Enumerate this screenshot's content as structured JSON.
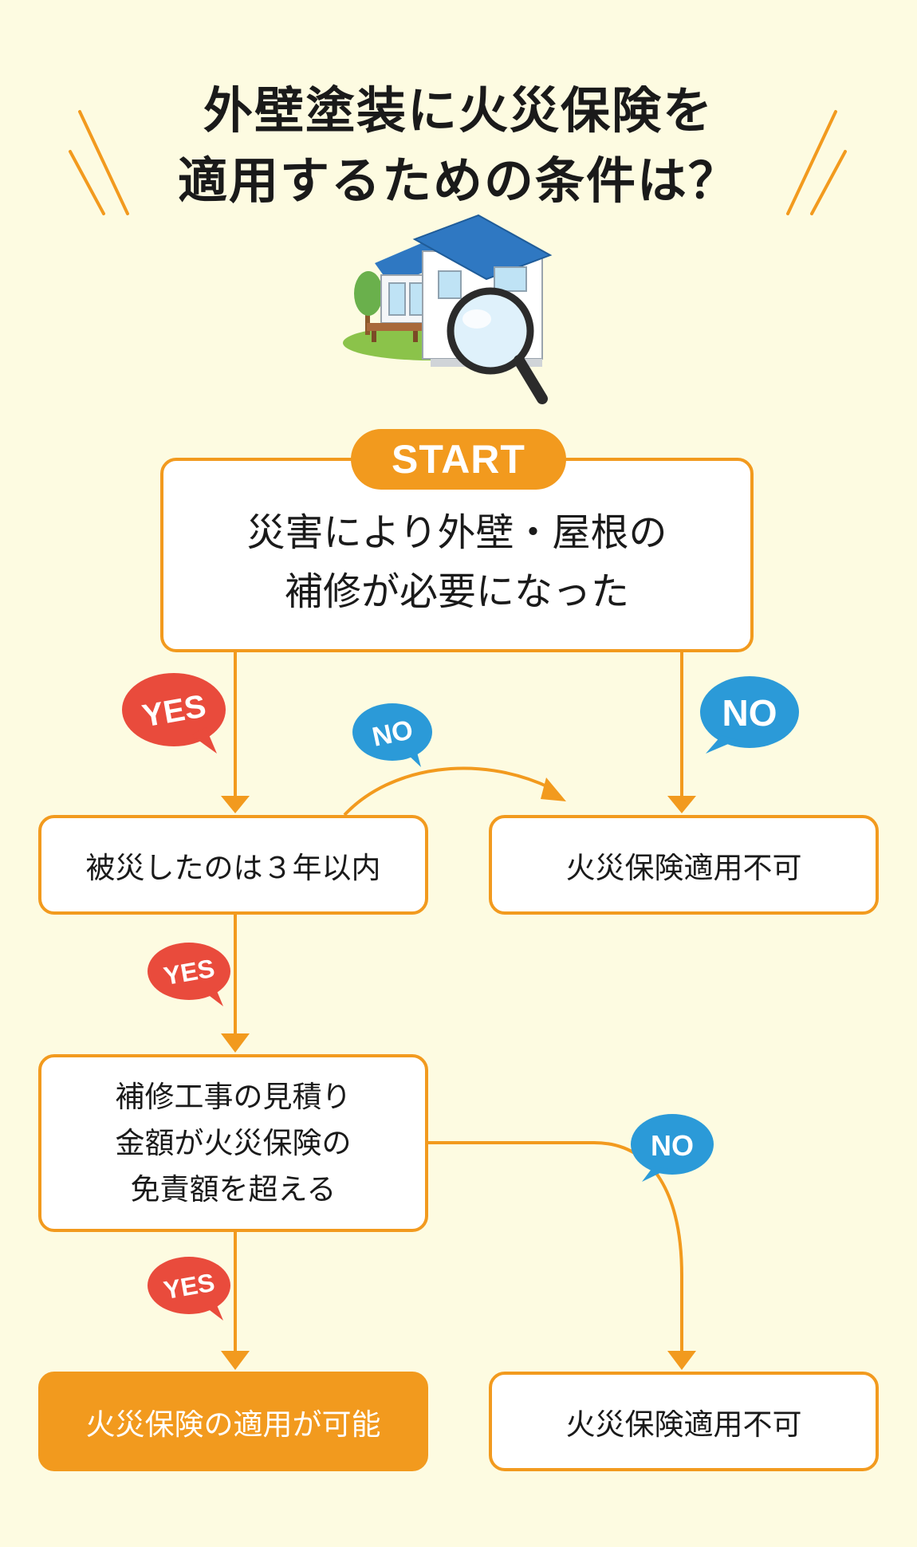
{
  "title": {
    "line1": "外壁塗装に火災保険を",
    "line2": "適用するための条件は？"
  },
  "start_label": "START",
  "nodes": {
    "start": "災害により外壁・屋根の\n補修が必要になった",
    "within3years": "被災したのは３年以内",
    "not_applicable_1": "火災保険適用不可",
    "estimate": "補修工事の見積り\n金額が火災保険の\n免責額を超える",
    "applicable": "火災保険の適用が可能",
    "not_applicable_2": "火災保険適用不可"
  },
  "labels": {
    "yes": "YES",
    "no": "NO"
  },
  "colors": {
    "background": "#fdfbe1",
    "accent_orange": "#f29a1e",
    "yes_red": "#e94b3c",
    "no_blue": "#2b9ad8"
  },
  "icons": [
    "house-with-magnifier-illustration"
  ]
}
